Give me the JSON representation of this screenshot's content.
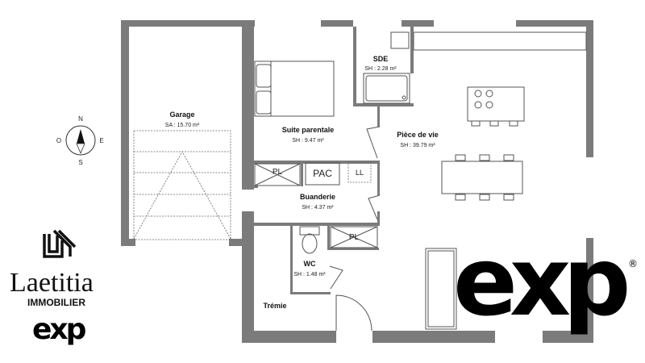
{
  "rooms": {
    "garage": {
      "name": "Garage",
      "area": "SA : 15.70 m²"
    },
    "suite": {
      "name": "Suite parentale",
      "area": "SH : 9.47 m²"
    },
    "sde": {
      "name": "SDE",
      "area": "SH : 2.28 m²"
    },
    "piece_de_vie": {
      "name": "Pièce de vie",
      "area": "SH : 39.79 m²"
    },
    "buanderie": {
      "name": "Buanderie",
      "area": "SH : 4.37 m²"
    },
    "wc": {
      "name": "WC",
      "area": "SH : 1.48 m²"
    },
    "tremie": {
      "name": "Trémie"
    }
  },
  "fixtures": {
    "pl": "PL",
    "pac": "PAC",
    "ll": "LL"
  },
  "compass": {
    "n": "N",
    "s": "S",
    "e": "E",
    "o": "O"
  },
  "branding": {
    "agency_name": "Laetitia",
    "agency_sub": "IMMOBILIER",
    "exp_logo": "exp",
    "registered": "®"
  },
  "colors": {
    "wall": "#7b7b7b",
    "text": "#111111"
  }
}
